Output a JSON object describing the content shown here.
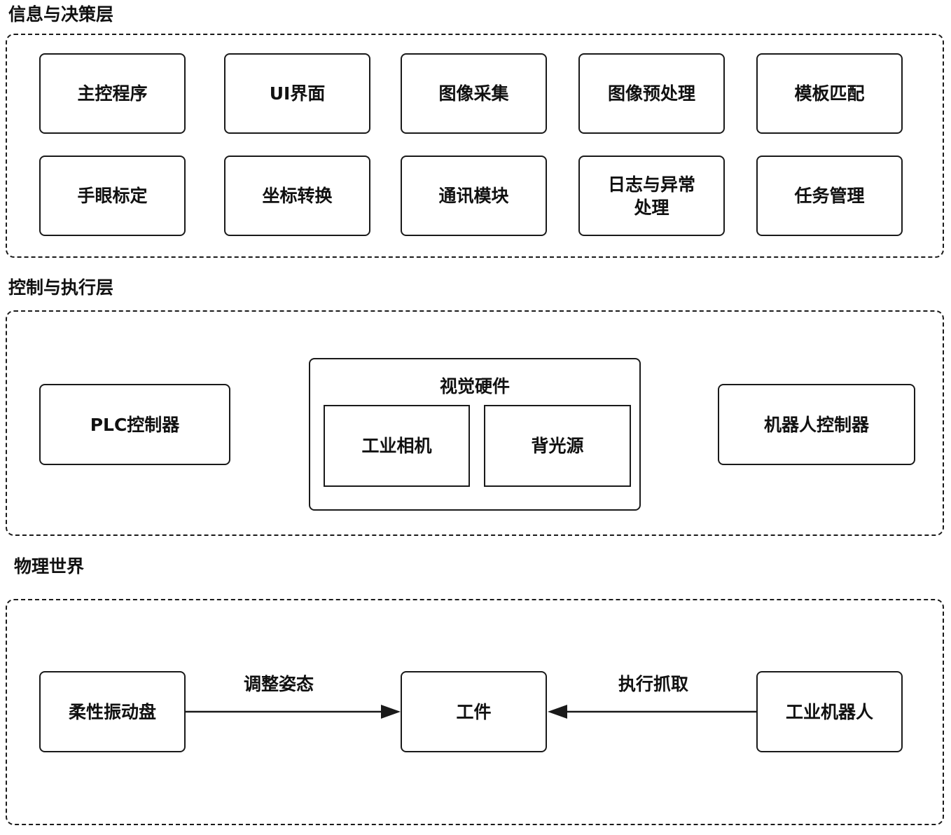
{
  "layers": {
    "decision": {
      "title": "信息与决策层",
      "modules": [
        "主控程序",
        "UI界面",
        "图像采集",
        "图像预处理",
        "模板匹配",
        "手眼标定",
        "坐标转换",
        "通讯模块",
        "日志与异常处理",
        "任务管理"
      ]
    },
    "control": {
      "title": "控制与执行层",
      "plc": "PLC控制器",
      "vision_group": {
        "title": "视觉硬件",
        "camera": "工业相机",
        "backlight": "背光源"
      },
      "robot_controller": "机器人控制器"
    },
    "physical": {
      "title": "物理世界",
      "feeder": "柔性振动盘",
      "workpiece": "工件",
      "robot": "工业机器人",
      "edge_adjust": "调整姿态",
      "edge_grasp": "执行抓取"
    }
  }
}
